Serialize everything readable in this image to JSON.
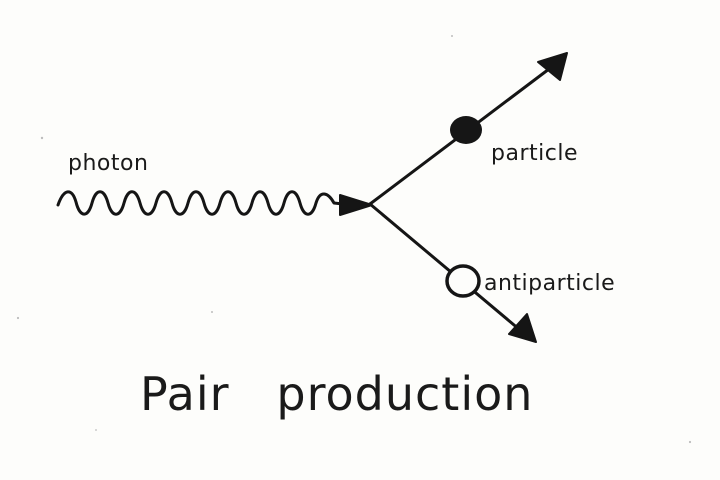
{
  "diagram": {
    "title": "Pair   production",
    "photon_label": "photon",
    "particle_label": "particle",
    "antiparticle_label": "antiparticle"
  }
}
